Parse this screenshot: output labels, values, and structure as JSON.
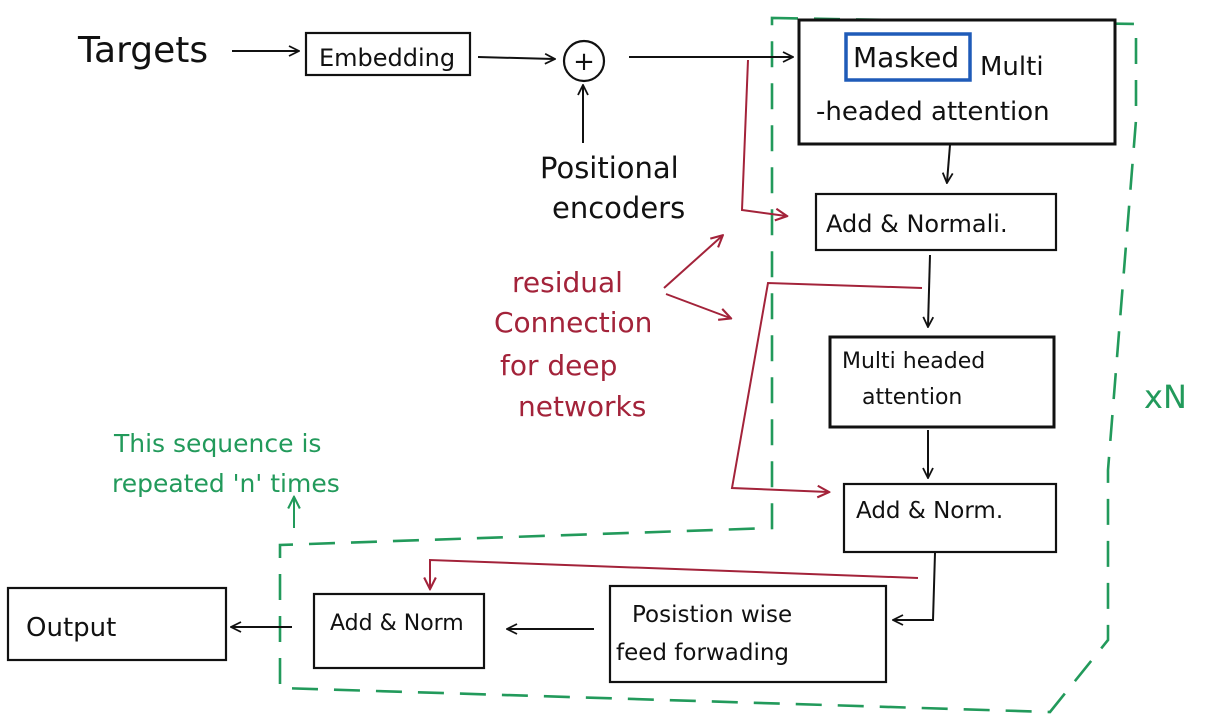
{
  "colors": {
    "ink": "#111111",
    "residual": "#a3233a",
    "block_outline": "#229a5b",
    "highlight": "#1f5bb8"
  },
  "labels": {
    "targets": "Targets",
    "embedding": "Embedding",
    "plus": "+",
    "positional_line1": "Positional",
    "positional_line2": "encoders",
    "masked": "Masked",
    "multi": "Multi",
    "headed_attention": "-headed attention",
    "add_normali": "Add & Normali.",
    "mha_line1": "Multi headed",
    "mha_line2": "attention",
    "add_norm_mid": "Add & Norm.",
    "ffn_line1": "Posistion wise",
    "ffn_line2": "feed forwading",
    "add_norm_bottom": "Add & Norm",
    "output": "Output",
    "residual_line1": "residual",
    "residual_line2": "Connection",
    "residual_line3": "for deep",
    "residual_line4": "networks",
    "repeat_line1": "This sequence is",
    "repeat_line2": "repeated 'n' times",
    "xn": "xN"
  }
}
